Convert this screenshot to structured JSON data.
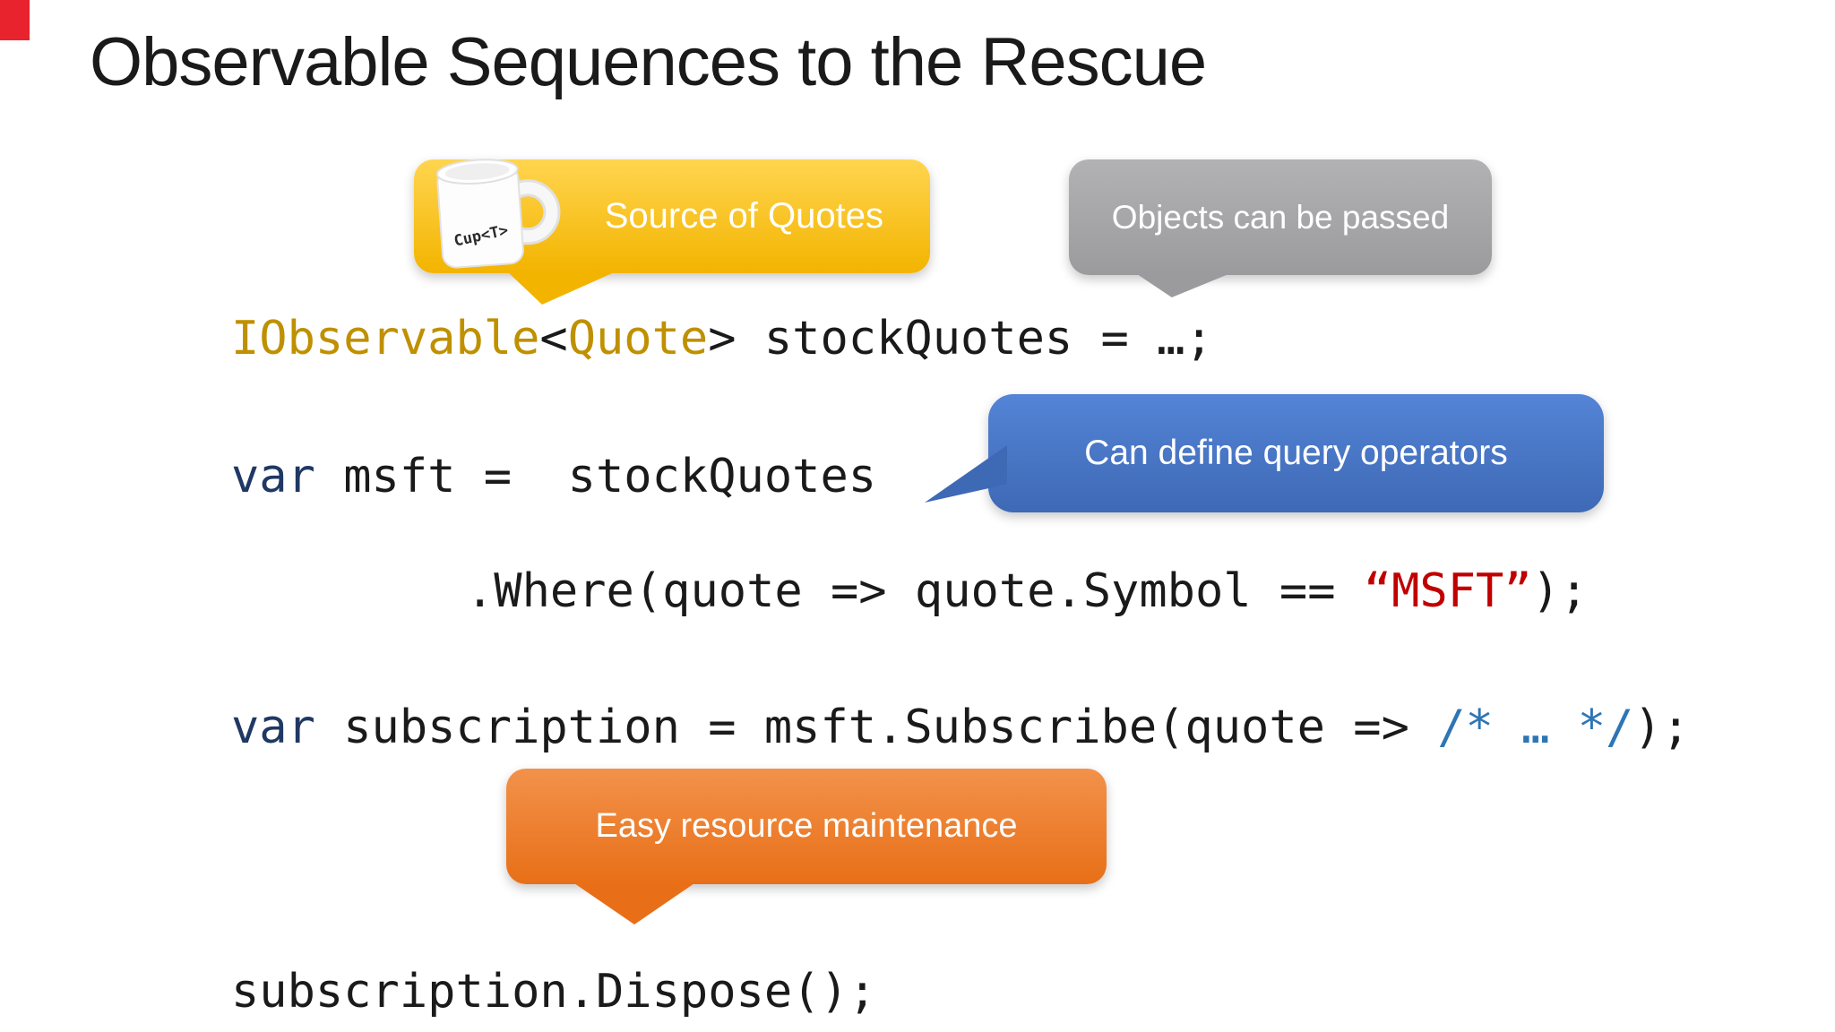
{
  "slide": {
    "title": "Observable Sequences to the Rescue"
  },
  "callouts": {
    "source_of_quotes": {
      "label": "Source of Quotes"
    },
    "objects_can_be_passed": {
      "label": "Objects can be passed"
    },
    "can_define_query_operators": {
      "label": "Can define query operators"
    },
    "easy_resource_maintenance": {
      "label": "Easy resource maintenance"
    }
  },
  "mug": {
    "label": "Cup<T>"
  },
  "code": {
    "lines": [
      {
        "name": "declare-observable",
        "segments": [
          {
            "text": "IObservable",
            "color": "type"
          },
          {
            "text": "<",
            "color": "plain"
          },
          {
            "text": "Quote",
            "color": "type"
          },
          {
            "text": "> stockQuotes = …;",
            "color": "plain"
          }
        ]
      },
      {
        "name": "var-msft",
        "segments": [
          {
            "text": "var",
            "color": "keyword"
          },
          {
            "text": " msft =  stockQuotes",
            "color": "plain"
          }
        ]
      },
      {
        "name": "where-filter",
        "segments": [
          {
            "text": ".Where(quote => quote.Symbol == ",
            "color": "plain"
          },
          {
            "text": "“MSFT”",
            "color": "string"
          },
          {
            "text": ");",
            "color": "plain"
          }
        ]
      },
      {
        "name": "var-subscription",
        "segments": [
          {
            "text": "var",
            "color": "keyword"
          },
          {
            "text": " subscription = msft.Subscribe(quote => ",
            "color": "plain"
          },
          {
            "text": "/* … */",
            "color": "comment"
          },
          {
            "text": ");",
            "color": "plain"
          }
        ]
      },
      {
        "name": "dispose",
        "segments": [
          {
            "text": "subscription.Dispose();",
            "color": "plain"
          }
        ]
      }
    ]
  },
  "theme": {
    "title_color": "#1A1A1A",
    "corner_mark_red": "#E8232E",
    "code_plain": "#1A1A1A",
    "code_type": "#BF9000",
    "code_keyword": "#1F3864",
    "code_string": "#C00000",
    "code_comment": "#2E75B6",
    "callout_text": "#FFFFFF",
    "callout_yellow_top": "#FFD54F",
    "callout_yellow_bottom": "#F3B400",
    "callout_gray_top": "#B2B2B4",
    "callout_gray_bottom": "#9B9B9D",
    "callout_blue_top": "#5484D6",
    "callout_blue_bottom": "#3E69B5",
    "callout_orange_top": "#F2924B",
    "callout_orange_bottom": "#E86F17"
  }
}
